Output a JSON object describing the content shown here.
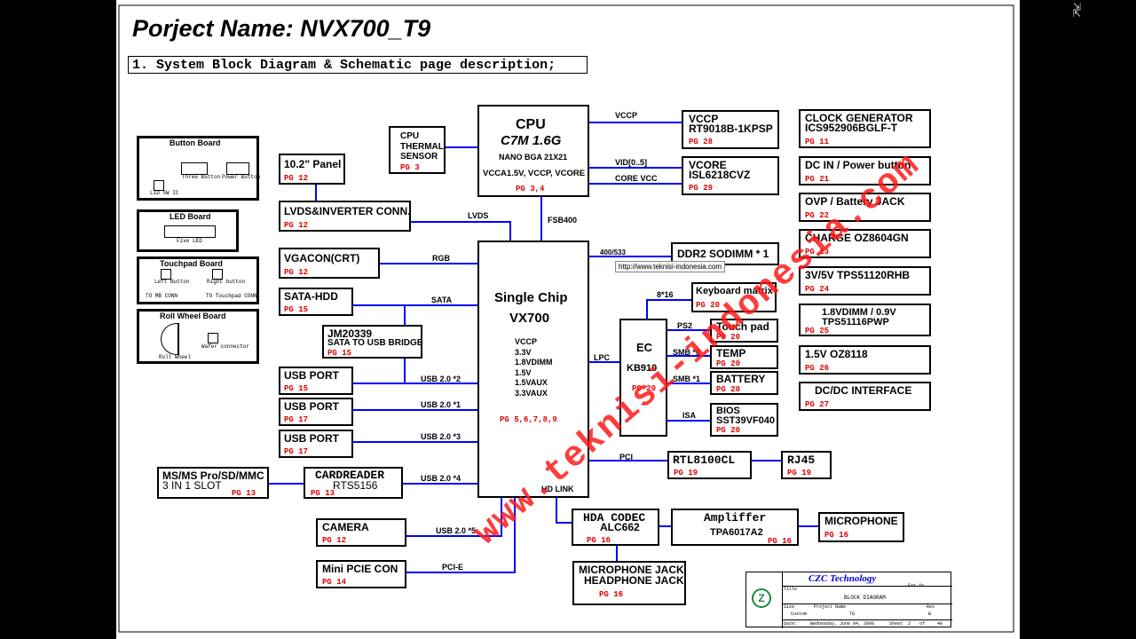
{
  "project_title": "Porject Name: NVX700_T9",
  "section_title": "1. System Block Diagram & Schematic page description;",
  "boards": {
    "button": {
      "title": "Button Board",
      "lid": "LID SW IC",
      "three": "Three Button",
      "power": "Power Button"
    },
    "led": {
      "title": "LED Board",
      "five": "Five LED"
    },
    "touchpad": {
      "title": "Touchpad Board",
      "left": "Left Button",
      "right": "Right button",
      "to_mb": "TO MB CONN",
      "to_tp": "TO Touchpad CONN"
    },
    "roll": {
      "title": "Roll Wheel Board",
      "roll": "Roll Wheel",
      "wafer": "Wafer connector"
    }
  },
  "blocks": {
    "panel": {
      "title": "10.2\" Panel",
      "pg": "PG 12"
    },
    "lvds_conn": {
      "title": "LVDS&INVERTER CONN.",
      "pg": "PG 12"
    },
    "vgacon": {
      "title": "VGACON(CRT)",
      "pg": "PG 12"
    },
    "sata_hdd": {
      "title": "SATA-HDD",
      "pg": "PG 15"
    },
    "jm": {
      "title": "JM20339",
      "sub": "SATA TO USB BRIDGE",
      "pg": "PG 15"
    },
    "usb1": {
      "title": "USB PORT",
      "pg": "PG 15"
    },
    "usb2": {
      "title": "USB PORT",
      "pg": "PG 17"
    },
    "usb3": {
      "title": "USB PORT",
      "pg": "PG 17"
    },
    "slot": {
      "title": "MS/MS Pro/SD/MMC",
      "sub": "3 IN 1 SLOT",
      "pg": "PG 13"
    },
    "cardreader": {
      "title": "CARDREADER",
      "sub": "RTS5156",
      "pg": "PG 13"
    },
    "camera": {
      "title": "CAMERA",
      "pg": "PG 12"
    },
    "minipcie": {
      "title": "Mini PCIE CON",
      "pg": "PG 14"
    },
    "thermal": {
      "line1": "CPU",
      "line2": "THERMAL",
      "line3": "SENSOR",
      "pg": "PG 3"
    },
    "cpu": {
      "title": "CPU",
      "model": "C7M 1.6G",
      "pkg": "NANO BGA 21X21",
      "power": "VCCA1.5V, VCCP, VCORE",
      "pg": "PG 3,4"
    },
    "chip": {
      "line1": "Single Chip",
      "line2": "VX700",
      "rails": [
        "VCCP",
        "3.3V",
        "1.8VDIMM",
        "1.5V",
        "1.5VAUX",
        "3.3VAUX"
      ],
      "pg": "PG 5,6,7,8,9"
    },
    "vccp": {
      "title": "VCCP",
      "sub": "RT9018B-1KPSP",
      "pg": "PG 28"
    },
    "vcore": {
      "title": "VCORE",
      "sub": "ISL6218CVZ",
      "pg": "PG 29"
    },
    "ddr2": {
      "title": "DDR2  SODIMM * 1"
    },
    "kbd": {
      "title": "Keyboard matrix",
      "pg": "PG 20"
    },
    "ec": {
      "title": "EC",
      "sub": "KB910",
      "pg": "PG 20"
    },
    "touchpad": {
      "title": "Touch pad",
      "pg": "PG 20"
    },
    "temp": {
      "title": "TEMP",
      "pg": "PG 20"
    },
    "battery": {
      "title": "BATTERY",
      "pg": "PG 20"
    },
    "bios": {
      "title": "BIOS",
      "sub": "SST39VF040",
      "pg": "PG 20"
    },
    "rtl": {
      "title": "RTL8100CL",
      "pg": "PG 19"
    },
    "rj45": {
      "title": "RJ45",
      "pg": "PG 19"
    },
    "hda": {
      "title": "HDA  CODEC",
      "sub": "ALC662",
      "pg": "PG 16"
    },
    "amp": {
      "title": "Ampliffer",
      "sub": "TPA6017A2",
      "pg": "PG 16"
    },
    "mic": {
      "title": "MICROPHONE",
      "pg": "PG 16"
    },
    "jack": {
      "title": "MICROPHONE JACK",
      "sub": "HEADPHONE JACK",
      "pg": "PG 16"
    },
    "clock": {
      "title": "CLOCK GENERATOR",
      "sub": "ICS952906BGLF-T",
      "pg": "PG 11"
    },
    "dcin": {
      "title": "DC IN / Power button",
      "pg": "PG 21"
    },
    "ovp": {
      "title": "OVP   / Battery JACK",
      "pg": "PG 22"
    },
    "charge": {
      "title": "CHARGE    OZ8604GN",
      "pg": "PG 23"
    },
    "tps1": {
      "title": "3V/5V  TPS51120RHB",
      "pg": "PG 24"
    },
    "tps2": {
      "title": "1.8VDIMM / 0.9V",
      "sub": "TPS51116PWP",
      "pg": "PG 25"
    },
    "oz8118": {
      "title": "1.5V     OZ8118",
      "pg": "PG 26"
    },
    "dcdc": {
      "title": "DC/DC INTERFACE",
      "pg": "PG 27"
    }
  },
  "buses": {
    "vccp": "VCCP",
    "vid": "VID[0..5]",
    "core_vcc": "CORE VCC",
    "fsb": "FSB400",
    "lvds": "LVDS",
    "rgb": "RGB",
    "ddr": "400/533",
    "sata": "SATA",
    "kbd": "8*16",
    "ps2": "PS2",
    "smb0": "SMB *0",
    "smb1": "SMB *1",
    "isa": "ISA",
    "lpc": "LPC",
    "usb2": "USB 2.0 *2",
    "usb1": "USB 2.0 *1",
    "usb3": "USB 2.0 *3",
    "usb4": "USB 2.0 *4",
    "usb5": "USB 2.0 *5",
    "pcie": "PCI-E",
    "pci": "PCI",
    "hdlink": "HD LINK"
  },
  "tooltip": "http://www.teknisi-indonesia.com",
  "watermark": "www.teknisi-indonesia.com",
  "title_block": {
    "company": "CZC Technology",
    "author": "Fox Ye",
    "title_label": "Title",
    "title": "BLOCK DIAGRAM",
    "size_label": "Size",
    "size": "Custom",
    "project_label": "Project Name",
    "project": "T9",
    "rev_label": "Rev",
    "rev": "B",
    "date_label": "Date:",
    "date": "Wednesday, June 04, 2008",
    "sheet_label": "Sheet",
    "sheet": "2",
    "of_label": "of",
    "total": "40"
  },
  "colors": {
    "wire": "#0000ff",
    "page_ref": "#e00000",
    "watermark": "#ff1a1a",
    "company": "#0000cc"
  }
}
